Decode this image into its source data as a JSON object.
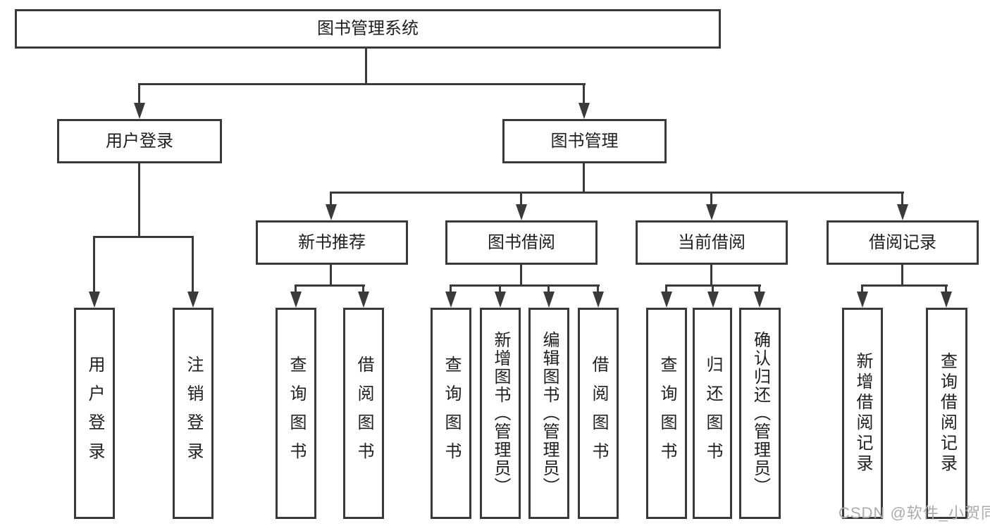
{
  "nodes": {
    "root": "图书管理系统",
    "level2": {
      "user_login": "用户登录",
      "book_management": "图书管理"
    },
    "level3": {
      "new_book_recommend": "新书推荐",
      "book_borrow": "图书借阅",
      "current_borrow": "当前借阅",
      "borrow_records": "借阅记录"
    },
    "leaves": {
      "user_login": "用户登录",
      "logout_login": "注销登录",
      "nb_query_books": "查询图书",
      "nb_borrow_books": "借阅图书",
      "bb_query_books": "查询图书",
      "bb_add_books_admin": "新增图书（管理员）",
      "bb_edit_books_admin": "编辑图书（管理员）",
      "bb_borrow_books": "借阅图书",
      "cb_query_books": "查询图书",
      "cb_return_books": "归还图书",
      "cb_confirm_return_admin": "确认归还（管理员）",
      "br_add_record": "新增借阅记录",
      "br_query_record": "查询借阅记录"
    }
  },
  "watermark": "CSDN @软件_小贺同学",
  "colors": {
    "line": "#3a3a3a",
    "border": "#3a3a3a",
    "background": "#ffffff",
    "text": "#1f1f1f",
    "watermark": "#ababab"
  }
}
